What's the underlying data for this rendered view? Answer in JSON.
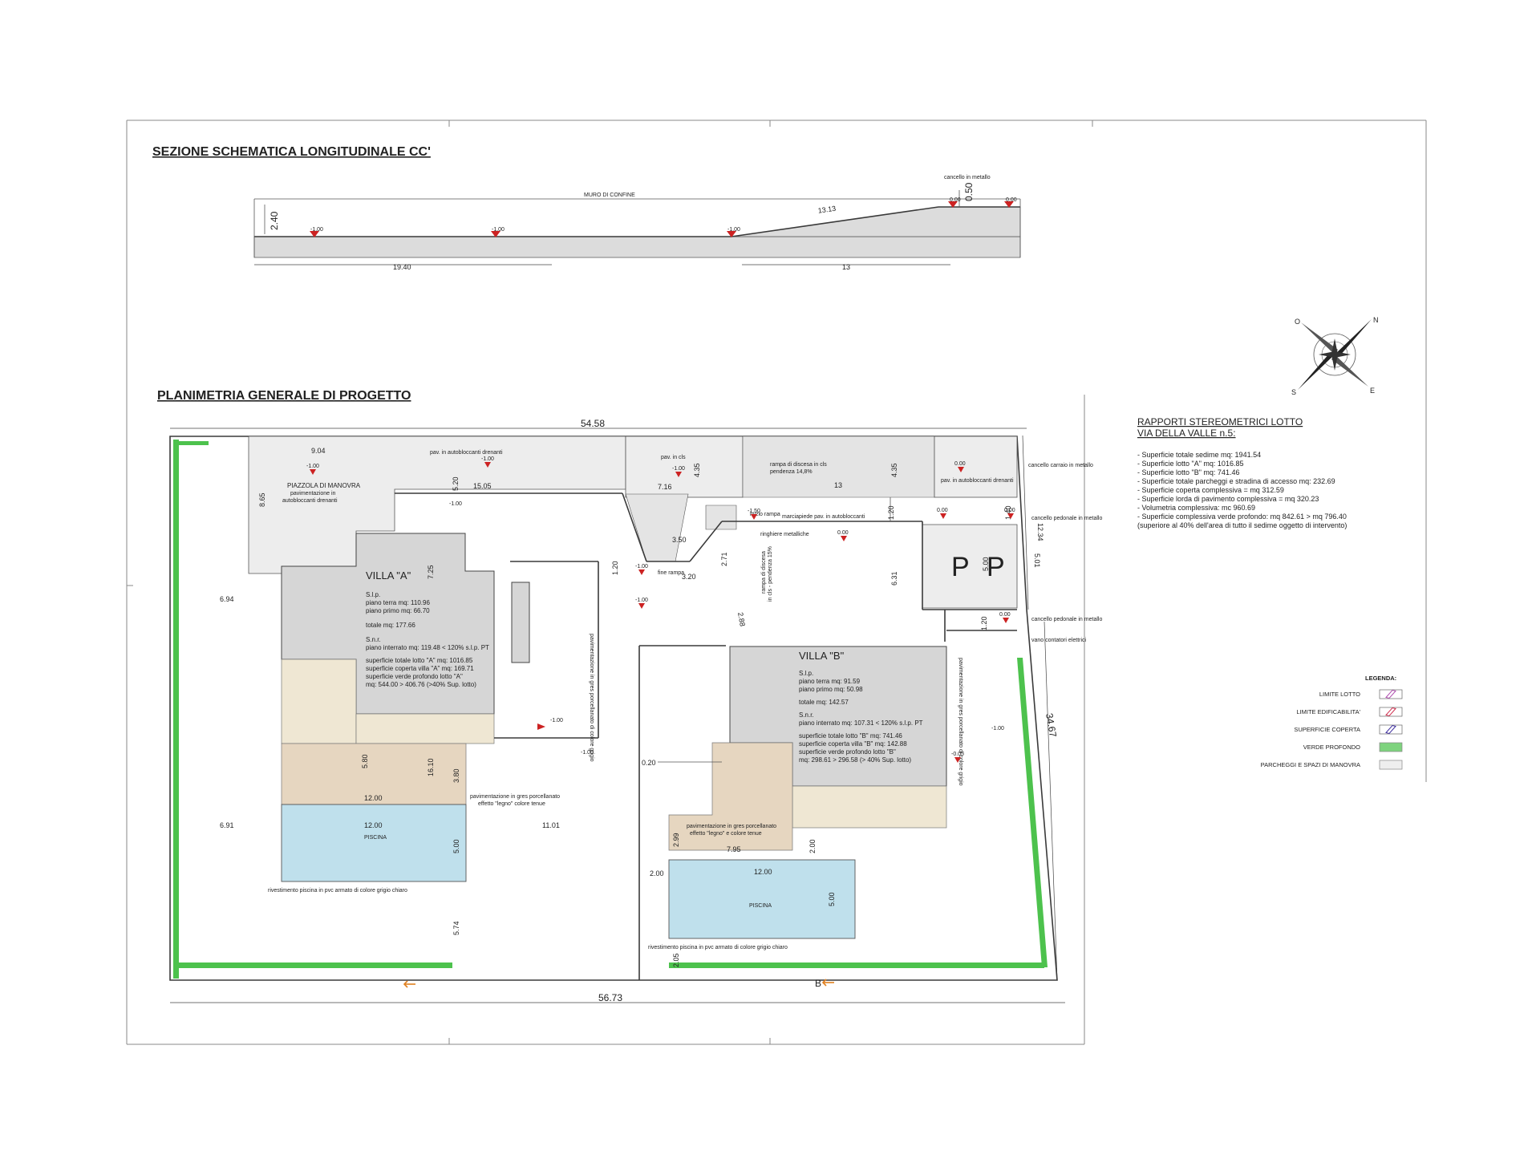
{
  "section": {
    "title": "SEZIONE SCHEMATICA LONGITUDINALE CC'",
    "muro_label": "MURO DI CONFINE",
    "cancello_label": "cancello in metallo",
    "dim_height": "2.40",
    "dim_top": "0.50",
    "dim_slope": "13.13",
    "dim_left": "19.40",
    "dim_right": "13"
  },
  "plan": {
    "title": "PLANIMETRIA GENERALE DI PROGETTO",
    "dim_top": "54.58",
    "dim_bottom": "56.73",
    "dim_right": "34.67",
    "dim_piazzola_w": "9.04",
    "dim_piazzola_h": "8.65",
    "dim_left_a": "6.94",
    "dim_left_b": "6.91",
    "dim_5_20": "5.20",
    "dim_15_05": "15.05",
    "dim_7_16": "7.16",
    "dim_4_35a": "4.35",
    "dim_4_35b": "4.35",
    "dim_13": "13",
    "dim_3_50": "3.50",
    "dim_3_20": "3.20",
    "dim_2_71": "2.71",
    "dim_2_88": "2.88",
    "dim_6_31": "6.31",
    "dim_1_20a": "1.20",
    "dim_1_20b": "1.20",
    "dim_1_40": "1.40",
    "dim_1_20c": "1.20",
    "dim_5_00p": "5.00",
    "dim_5_01": "5.01",
    "dim_12_34": "12.34",
    "dim_7_25": "7.25",
    "dim_16_10": "16.10",
    "dim_5_80": "5.80",
    "dim_3_80": "3.80",
    "dim_12_00a": "12.00",
    "dim_12_00b": "12.00",
    "dim_11_01": "11.01",
    "dim_5_00a": "5.00",
    "dim_5_74": "5.74",
    "dim_0_20": "0.20",
    "dim_2_99": "2.99",
    "dim_7_95": "7.95",
    "dim_2_00a": "2.00",
    "dim_2_00b": "2.00",
    "dim_12_00c": "12.00",
    "dim_5_00b": "5.00",
    "dim_2_05": "2.05",
    "piazzola_title": "PIAZZOLA DI MANOVRA",
    "piazzola_sub1": "pavimentazione in",
    "piazzola_sub2": "autobloccanti drenanti",
    "pav_auto1": "pav. in autobloccanti drenanti",
    "pav_auto2": "pav. in autobloccanti drenanti",
    "pav_cls": "pav. in cls",
    "rampa_discesa": "rampa di discesa in cls",
    "pendenza": "pendenza 14,8%",
    "inizio_rampa": "inizio rampa",
    "fine_rampa": "fine rampa",
    "marciapiede": "marciapiede pav. in autobloccanti",
    "ringhiere": "ringhiere metalliche",
    "rampa_discesa2": "rampa di discesa",
    "rampa_pendenza2": "in cls - pendenza 15%",
    "cancello_carraio": "cancello carraio in metallo",
    "cancello_pedonale1": "cancello pedonale in metallo",
    "cancello_pedonale2": "cancello pedonale in metallo",
    "vano_contatori": "vano contatori elettrici",
    "pav_gres_vert": "pavimentazione in gres porcellanato di colore grigio",
    "pav_gres_vert2": "pavimentazione in gres porcellanato di colore grigio",
    "pav_legno_a1": "pavimentazione in gres porcellanato",
    "pav_legno_a2": "effetto \"legno\" colore tenue",
    "pav_legno_b1": "pavimentazione in gres porcellanato",
    "pav_legno_b2": "effetto \"legno\" e colore tenue",
    "piscina_a": "PISCINA",
    "piscina_b": "PISCINA",
    "riv_piscina_a": "rivestimento piscina in pvc armato di colore grigio chiaro",
    "riv_piscina_b": "rivestimento piscina in pvc armato di colore grigio chiaro",
    "parking_letter": "P",
    "section_mark": "B",
    "villa_a": {
      "title": "VILLA \"A\"",
      "slp": "S.l.p.",
      "pt": "piano terra  mq: 110.96",
      "pp": "piano primo  mq: 66.70",
      "tot": "totale mq: 177.66",
      "snr": "S.n.r.",
      "int": "piano interrato mq: 119.48 < 120% s.l.p. PT",
      "s1": "superficie totale lotto \"A\" mq: 1016.85",
      "s2": "superficie coperta villa \"A\" mq: 169.71",
      "s3": "superficie verde profondo lotto \"A\"",
      "s4": "mq: 544.00 > 406.76 (>40% Sup. lotto)"
    },
    "villa_b": {
      "title": "VILLA \"B\"",
      "slp": "S.l.p.",
      "pt": "piano terra  mq: 91.59",
      "pp": "piano primo  mq: 50.98",
      "tot": "totale mq: 142.57",
      "snr": "S.n.r.",
      "int": "piano interrato mq: 107.31 < 120% s.l.p. PT",
      "s1": "superficie totale lotto \"B\" mq: 741.46",
      "s2": "superficie coperta villa \"B\" mq: 142.88",
      "s3": "superficie verde profondo lotto \"B\"",
      "s4": "mq: 298.61 > 296.58 (> 40% Sup. lotto)"
    }
  },
  "stats": {
    "title1": "RAPPORTI STEREOMETRICI LOTTO",
    "title2": "VIA DELLA VALLE n.5:",
    "lines": [
      "- Superficie totale sedime  mq: 1941.54",
      "- Superficie lotto \"A\" mq: 1016.85",
      "- Superficie lotto \"B\" mq: 741.46",
      "- Superficie totale parcheggi e stradina di accesso mq: 232.69",
      "- Superficie coperta complessiva = mq 312.59",
      "- Superficie lorda di pavimento complessiva = mq 320.23",
      "- Volumetria complessiva: mc 960.69",
      "- Superficie complessiva verde profondo: mq 842.61 > mq 796.40",
      "(superiore al 40% dell'area di  tutto il sedime oggetto di intervento)"
    ]
  },
  "legend": {
    "title": "LEGENDA:",
    "items": [
      {
        "label": "LIMITE LOTTO",
        "color": "#b04fb0"
      },
      {
        "label": "LIMITE EDIFICABILITA'",
        "color": "#d03050"
      },
      {
        "label": "SUPERFICIE COPERTA",
        "color": "#4030a0"
      },
      {
        "label": "VERDE PROFONDO",
        "color": "#7ed37e"
      },
      {
        "label": "PARCHEGGI E SPAZI DI MANOVRA",
        "color": "#eeeeee"
      }
    ]
  },
  "compass": {
    "n": "N",
    "s": "S",
    "e": "E",
    "o": "O"
  },
  "levels": {
    "sec1": "-1.00",
    "sec2": "-1.00",
    "sec3": "-1.00",
    "sec4": "0.00",
    "sec5": "0.00",
    "p1": "-1.00",
    "p2": "-1.00",
    "p3": "-1.00",
    "p4": "0.00",
    "p5": "0.00",
    "p6": "0.00",
    "p7": "-1.50",
    "p8": "-1.00",
    "p9": "-1.00",
    "p10": "0.00",
    "p11": "0.00",
    "p12": "-1.00",
    "p13": "-1.00",
    "p14": "-1.00",
    "p15": "-0.05",
    "p16": "-1.00"
  }
}
